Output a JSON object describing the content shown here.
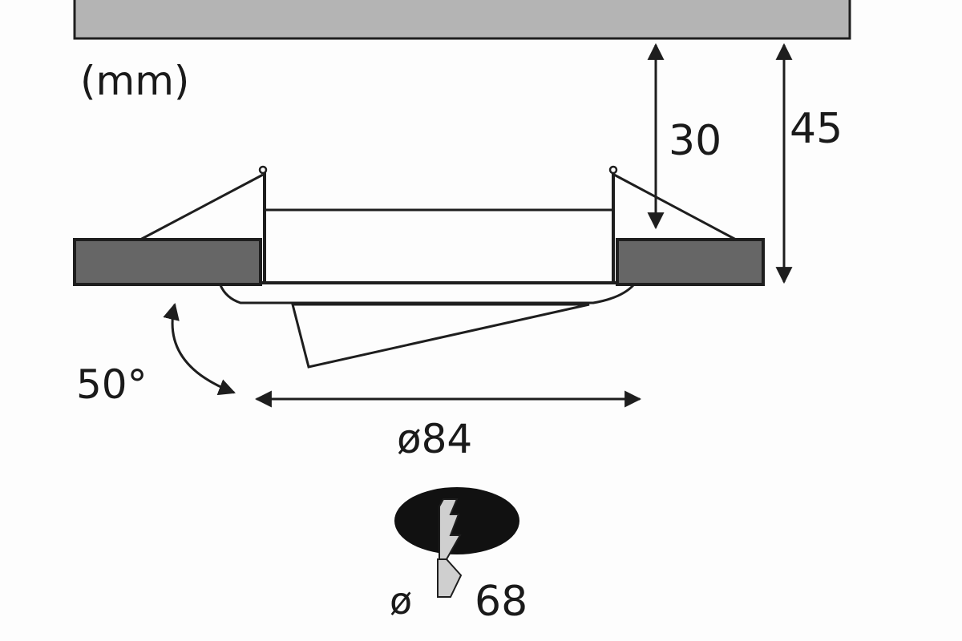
{
  "units_label": "(mm)",
  "dimensions": {
    "mounting_depth": "30",
    "total_height": "45",
    "tilt_angle": "50°",
    "outer_diameter": "ø84",
    "cutout_symbol": "ø",
    "cutout_diameter": "68"
  },
  "colors": {
    "ceiling": "#b4b4b4",
    "flange": "#666666",
    "line": "#1e1e1e",
    "cutout": "#111111",
    "bolt": "#cfcfcf"
  }
}
